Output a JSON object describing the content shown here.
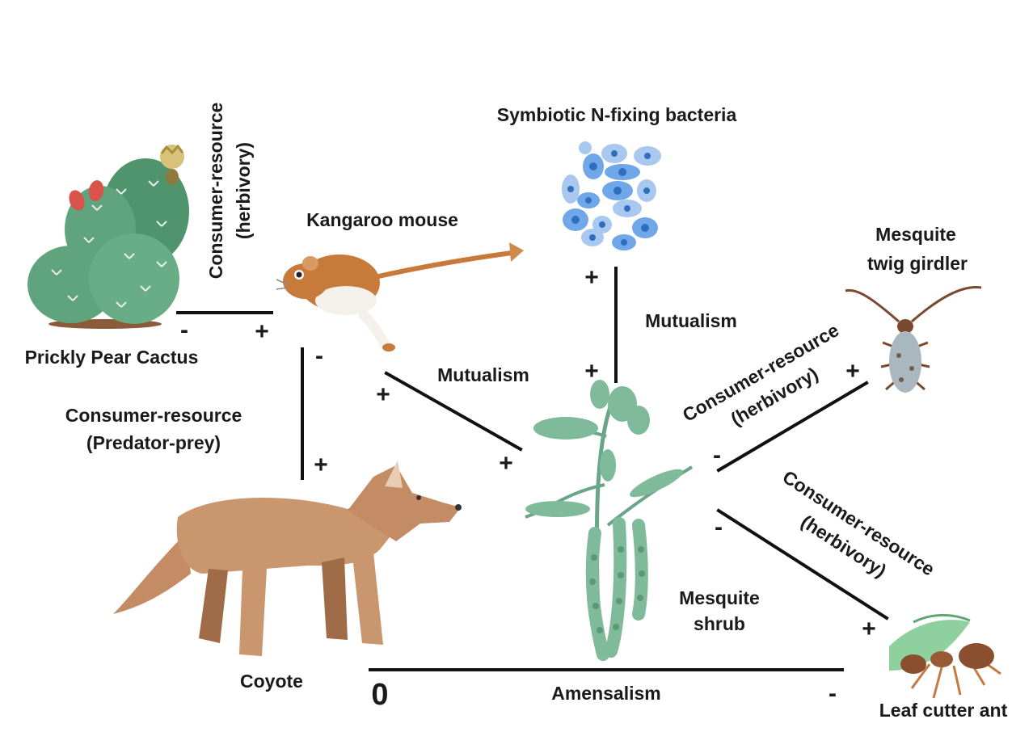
{
  "organisms": {
    "cactus": "Prickly Pear Cactus",
    "mouse": "Kangaroo mouse",
    "bacteria": "Symbiotic N-fixing bacteria",
    "girdler": [
      "Mesquite",
      "twig girdler"
    ],
    "shrub": [
      "Mesquite",
      "shrub"
    ],
    "coyote": "Coyote",
    "ant": "Leaf cutter ant"
  },
  "interactions": {
    "cactus_mouse": {
      "label": [
        "Consumer-resource",
        "(herbivory)"
      ],
      "sign_a": "-",
      "sign_b": "+"
    },
    "mouse_coyote": {
      "label": [
        "Consumer-resource",
        "(Predator-prey)"
      ],
      "sign_a": "-",
      "sign_b": "+"
    },
    "mouse_shrub": {
      "label": "Mutualism",
      "sign_a": "+",
      "sign_b": "+"
    },
    "bacteria_shrub": {
      "label": "Mutualism",
      "sign_a": "+",
      "sign_b": "+"
    },
    "shrub_girdler": {
      "label": [
        "Consumer-resource",
        "(herbivory)"
      ],
      "sign_a": "-",
      "sign_b": "+"
    },
    "shrub_ant": {
      "label": [
        "Consumer-resource",
        "(herbivory)"
      ],
      "sign_a": "-",
      "sign_b": "+"
    },
    "coyote_ant": {
      "label": "Amensalism",
      "sign_a": "0",
      "sign_b": "-"
    }
  },
  "colors": {
    "line": "#111111",
    "cactus": "#5fa47c",
    "cactus_fruit": "#d9534a",
    "mouse": "#c87a3a",
    "bacteria": "#4f90dc",
    "shrub": "#7fba9a",
    "coyote": "#c9966e",
    "beetle": "#a9b7bf",
    "ant": "#8a4f2e",
    "leaf": "#8fd19e"
  }
}
